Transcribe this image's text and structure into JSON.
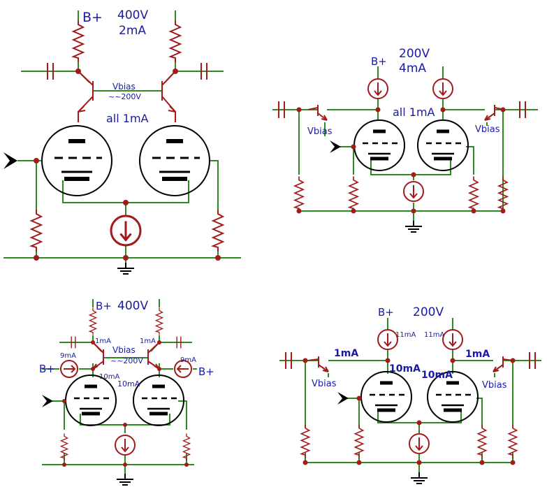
{
  "colors": {
    "wire": "#2e8b22",
    "component": "#a21a1a",
    "tube": "#000000",
    "text_blue": "#1a1aa6",
    "background": "#ffffff"
  },
  "circuits": [
    {
      "id": "top-left",
      "labels": {
        "supply": "B+",
        "voltage": "400V",
        "current": "2mA",
        "vbias": "Vbias",
        "vbias_value": "~~200V",
        "tube_current": "all 1mA"
      }
    },
    {
      "id": "top-right",
      "labels": {
        "supply": "B+",
        "voltage": "200V",
        "current": "4mA",
        "tube_current": "all 1mA",
        "vbias_left": "Vbias",
        "vbias_right": "Vbias"
      }
    },
    {
      "id": "bottom-left",
      "labels": {
        "supply": "B+",
        "voltage": "400V",
        "load_current_left": "1mA",
        "load_current_right": "1mA",
        "vbias": "Vbias",
        "vbias_value": "~~200V",
        "source_current_left": "9mA",
        "source_current_right": "9mA",
        "supply_left": "B+",
        "supply_right": "B+",
        "tube_current_left": "10mA",
        "tube_current_right": "10mA"
      }
    },
    {
      "id": "bottom-right",
      "labels": {
        "supply": "B+",
        "voltage": "200V",
        "source_current_left": "11mA",
        "source_current_right": "11mA",
        "branch_current_left": "1mA",
        "branch_current_right": "1mA",
        "tube_current_left": "10mA",
        "tube_current_right": "10mA",
        "vbias_left": "Vbias",
        "vbias_right": "Vbias"
      }
    }
  ]
}
